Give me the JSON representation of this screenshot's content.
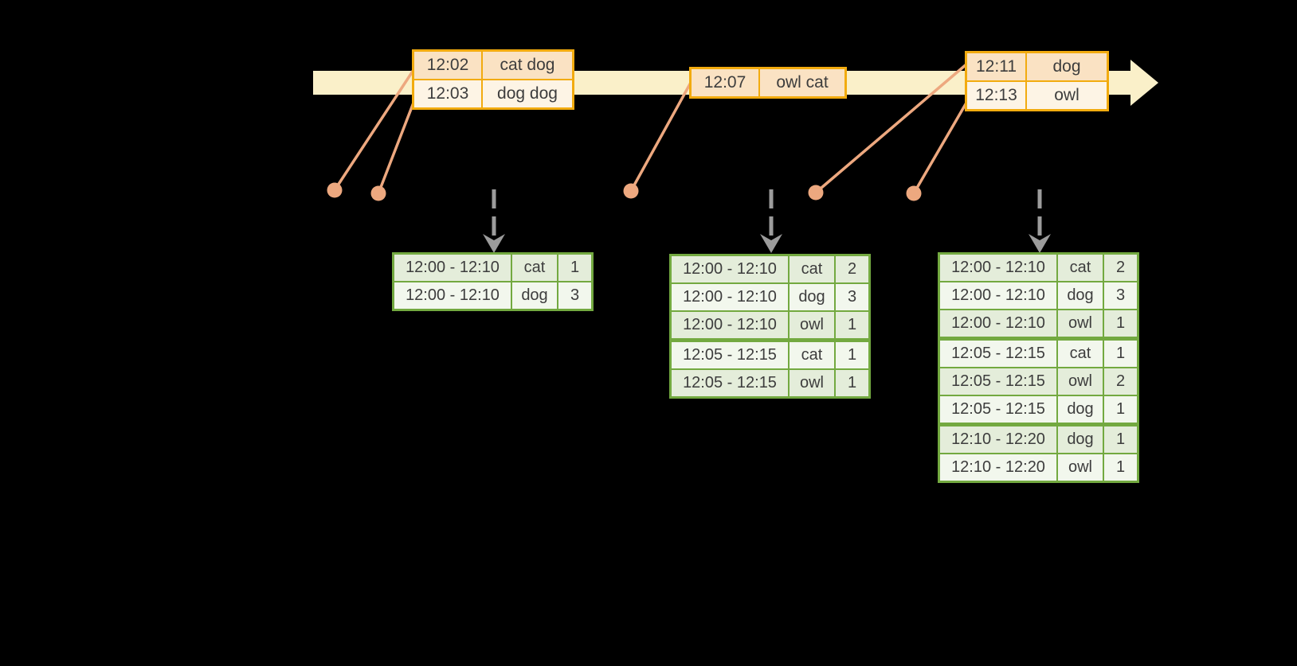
{
  "diagram": {
    "colors": {
      "background": "#000000",
      "timeline_fill": "#faf0c9",
      "event_border": "#f2ab0f",
      "event_row_alt1": "#fae2c3",
      "event_row_alt2": "#fdf4e5",
      "connector": "#eda87f",
      "arrow_gray": "#9c9c9c",
      "result_border": "#73a940",
      "result_row_alt1": "#e4edda",
      "result_row_alt2": "#f2f7ed",
      "text": "#3d3d3d"
    },
    "event_tables": [
      {
        "name": "event-batch-1",
        "rows": [
          [
            "12:02",
            "cat dog"
          ],
          [
            "12:03",
            "dog dog"
          ]
        ]
      },
      {
        "name": "event-batch-2",
        "rows": [
          [
            "12:07",
            "owl cat"
          ]
        ]
      },
      {
        "name": "event-batch-3",
        "rows": [
          [
            "12:11",
            "dog"
          ],
          [
            "12:13",
            "owl"
          ]
        ]
      }
    ],
    "result_tables": [
      {
        "name": "result-after-trigger-1",
        "rows": [
          [
            "12:00 - 12:10",
            "cat",
            "1"
          ],
          [
            "12:00 - 12:10",
            "dog",
            "3"
          ]
        ],
        "group_breaks": []
      },
      {
        "name": "result-after-trigger-2",
        "rows": [
          [
            "12:00 - 12:10",
            "cat",
            "2"
          ],
          [
            "12:00 - 12:10",
            "dog",
            "3"
          ],
          [
            "12:00 - 12:10",
            "owl",
            "1"
          ],
          [
            "12:05 - 12:15",
            "cat",
            "1"
          ],
          [
            "12:05 - 12:15",
            "owl",
            "1"
          ]
        ],
        "group_breaks": [
          3
        ]
      },
      {
        "name": "result-after-trigger-3",
        "rows": [
          [
            "12:00 - 12:10",
            "cat",
            "2"
          ],
          [
            "12:00 - 12:10",
            "dog",
            "3"
          ],
          [
            "12:00 - 12:10",
            "owl",
            "1"
          ],
          [
            "12:05 - 12:15",
            "cat",
            "1"
          ],
          [
            "12:05 - 12:15",
            "owl",
            "2"
          ],
          [
            "12:05 - 12:15",
            "dog",
            "1"
          ],
          [
            "12:10 - 12:20",
            "dog",
            "1"
          ],
          [
            "12:10 - 12:20",
            "owl",
            "1"
          ]
        ],
        "group_breaks": [
          3,
          6
        ]
      }
    ]
  }
}
